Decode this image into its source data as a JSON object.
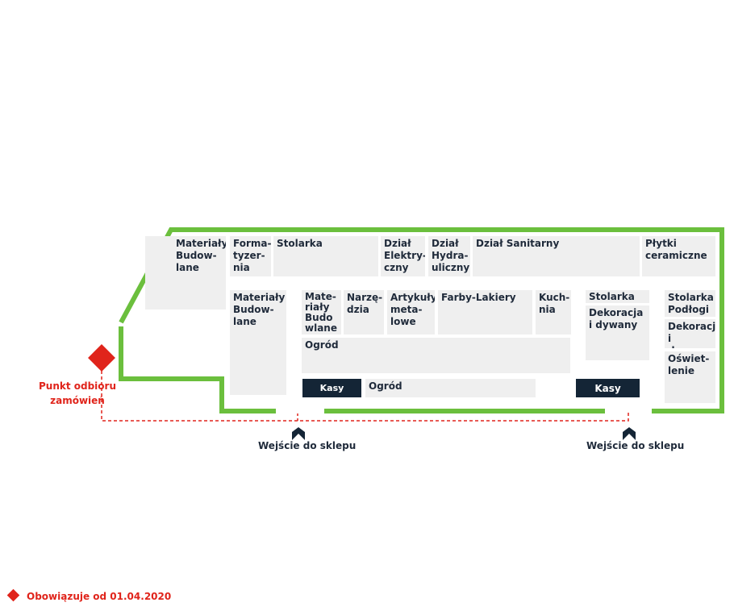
{
  "colors": {
    "wall": "#6bbf3d",
    "accent": "#e0241b",
    "navy": "#142536",
    "floor": "#efefef"
  },
  "departments": {
    "materialy_budowlane_1": "Materiały\nBudow-\nlane",
    "formatyzernia": "Forma-\ntyzer-\nnia",
    "stolarka_1": "Stolarka",
    "dzial_elektryczny": "Dział\nElektry-\nczny",
    "dzial_hydrauliczny": "Dział\nHydra-\nuliczny",
    "dzial_sanitarny": "Dział Sanitarny",
    "plytki_ceramiczne": "Płytki\nceramiczne",
    "materialy_budowlane_2": "Materiały\nBudow-\nlane",
    "materialy_budowlane_3": "Mate-\nriały\nBudo\nwlane",
    "narzedzia": "Narzę-\ndzia",
    "artykuly_metalowe": "Artykuły\nmeta-\nlowe",
    "farby_lakiery": "Farby-Lakiery",
    "kuchnia": "Kuch-\nnia",
    "stolarka_2": "Stolarka",
    "dekoracja_dywany_1": "Dekoracja\ni dywany",
    "stolarka_podlogi": "Stolarka\nPodłogi",
    "dekoracja_dywany_2": "Dekoracja\ni dywany",
    "oswietlenie": "Oświet-\nlenie",
    "ogrod_1": "Ogród",
    "ogrod_2": "Ogród"
  },
  "checkouts": {
    "kasy_1": "Kasy",
    "kasy_2": "Kasy"
  },
  "entrances": {
    "entrance_1": "Wejście do sklepu",
    "entrance_2": "Wejście do sklepu"
  },
  "pickup_point": "Punkt odbioru\nzamówień",
  "footer_note": "Obowiązuje od 01.04.2020"
}
